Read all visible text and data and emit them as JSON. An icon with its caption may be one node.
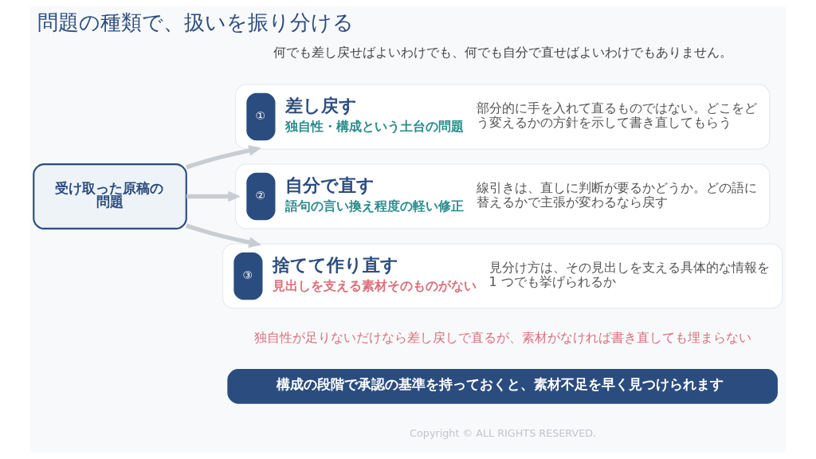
{
  "diagram": {
    "title": "問題の種類で、扱いを振り分ける",
    "nodes": [
      {
        "text": [
          "受け取った原稿の問題"
        ]
      },
      {
        "text": [
          "①",
          "差し戻す",
          "独自性・構成という土台の問題",
          "部分的に手を入れて直るものではない。どこをどう変えるかの方針を示して書き直してもらう"
        ]
      },
      {
        "text": [
          "②",
          "自分で直す",
          "語句の言い換え程度の軽い修正",
          "線引きは、直しに判断が要るかどうか。どの語に替えるかで主張が変わるなら戻す"
        ]
      },
      {
        "text": [
          "③",
          "捨てて作り直す",
          "見出しを支える素材そのものがない",
          "見分け方は、その見出しを支える具体的な情報を 1 つでも挙げられるか"
        ]
      },
      {
        "text": [
          "構成の段階で承認の基準を持っておくと、素材不足を早く見つけられます"
        ]
      }
    ],
    "edges": [
      {
        "from": 0,
        "to": 1,
        "arrow": "to"
      },
      {
        "from": 0,
        "to": 2,
        "arrow": "to"
      },
      {
        "from": 0,
        "to": 3,
        "arrow": "to"
      }
    ],
    "labels": [
      "何でも差し戻せばよいわけでも、何でも自分で直せばよいわけでもありません。",
      "独自性が足りないだけなら差し戻しで直るが、素材がなければ書き直しても埋まらない",
      "Copyright © ALL RIGHTS RESERVED."
    ]
  }
}
